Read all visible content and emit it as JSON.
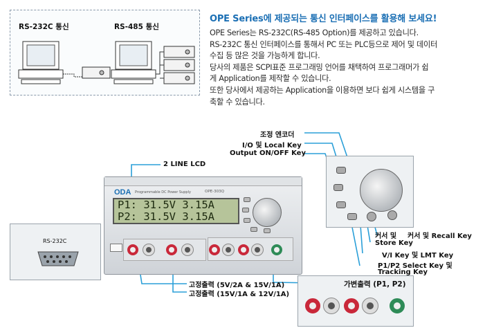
{
  "top": {
    "rs232_label": "RS-232C 통신",
    "rs485_label": "RS-485 통신",
    "title": "OPE Series에 제공되는 통신 인터페이스를 활용해 보세요!",
    "paragraph": [
      "OPE Series는 RS-232C(RS-485 Option)를 제공하고 있습니다.",
      "RS-232C 통신 인터페이스를 통해서 PC 또는 PLC등으로 제어 및 데이터",
      "수집 등 많은 것을 가능하게 합니다.",
      "당사의 제품은 SCPI표준 프로그래밍 언어를 채택하여 프로그래머가 쉽",
      "게 Application를 제작할 수 있습니다.",
      "또한 당사에서 제공하는 Application을 이용하면 보다 쉽게 시스템을 구",
      "축할 수 있습니다."
    ]
  },
  "device": {
    "brand": "ODA",
    "model_text": "Programmable DC Power Supply",
    "model": "OPE-303Q",
    "lcd_line1": "P1: 31.5V 3.15A",
    "lcd_line2": "P2: 31.5V 3.15A"
  },
  "rs232_zoom_label": "RS-232C",
  "labels": {
    "encoder": "조정 엔코더",
    "io_local": "I/O 및 Local Key",
    "output": "Output ON/OFF Key",
    "lcd": "2 LINE LCD",
    "cursor": "커서 및",
    "cursor2": "커서 및 Recall Key",
    "store": "Store Key",
    "vi": "V/I Key 및 LMT Key",
    "p1p2": "P1/P2 Select Key 및",
    "tracking": "Tracking Key",
    "fixed1": "고정출력 (5V/2A & 15V/1A)",
    "fixed2": "고정출력 (15V/1A & 12V/1A)",
    "variable": "가변출력 (P1, P2)"
  },
  "colors": {
    "accent": "#1b6fb4",
    "callout": "#2a9fd8",
    "red": "#c9283a",
    "green": "#2e8b57"
  }
}
